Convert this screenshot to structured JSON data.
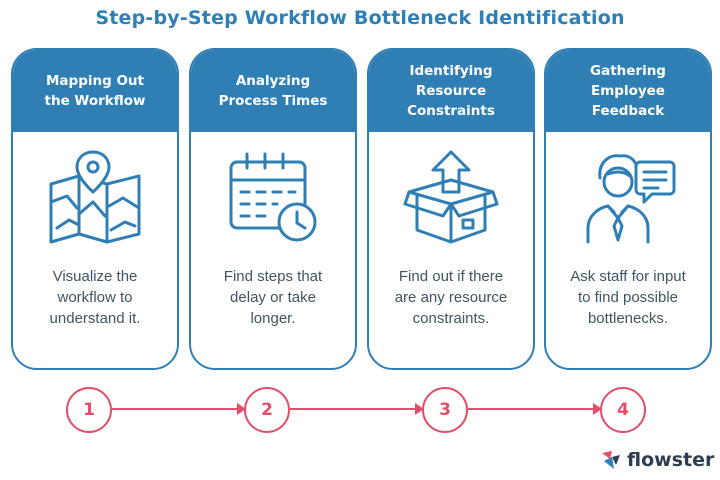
{
  "title": "Step-by-Step Workflow Bottleneck Identification",
  "colors": {
    "primary": "#2f7fb5",
    "accent": "#e0506a",
    "text": "#3f5564"
  },
  "cards": [
    {
      "title": "Mapping Out\nthe Workflow",
      "icon": "map-pin-icon",
      "text": "Visualize the\nworkflow to\nunderstand it."
    },
    {
      "title": "Analyzing\nProcess Times",
      "icon": "calendar-clock-icon",
      "text": "Find steps that\ndelay or take\nlonger."
    },
    {
      "title": "Identifying\nResource\nConstraints",
      "icon": "box-arrow-icon",
      "text": "Find out if there\nare any resource\nconstraints."
    },
    {
      "title": "Gathering\nEmployee\nFeedback",
      "icon": "employee-feedback-icon",
      "text": "Ask staff for input\nto find possible\nbottlenecks."
    }
  ],
  "steps": [
    "1",
    "2",
    "3",
    "4"
  ],
  "brand": {
    "name": "flowster",
    "icon": "flowster-logo-icon"
  }
}
